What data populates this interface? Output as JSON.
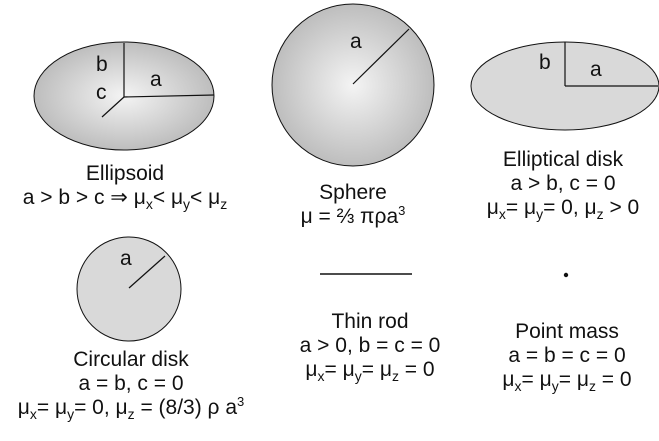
{
  "colors": {
    "background": "#ffffff",
    "outline": "#111111",
    "solid_gradient_center": "#f4f4f4",
    "solid_gradient_edge": "#b8b8b8",
    "flat_fill": "#d9d9d9"
  },
  "shapes": {
    "ellipsoid": {
      "labels": {
        "b": "b",
        "c": "c",
        "a": "a"
      },
      "title": "Ellipsoid",
      "condition": "a > b > c ⇒ ",
      "mu_sym": "μ",
      "subs": [
        "x",
        "y",
        "z"
      ],
      "lt": "< "
    },
    "sphere": {
      "labels": {
        "a": "a"
      },
      "title": "Sphere",
      "formula": "μ = ⅔ πρa",
      "exp": "3"
    },
    "elliptical_disk": {
      "labels": {
        "b": "b",
        "a": "a"
      },
      "title": "Elliptical disk",
      "condition": "a > b, c = 0",
      "moments_tail": "= 0, μ",
      "moments_end": " > 0"
    },
    "circular_disk": {
      "labels": {
        "a": "a"
      },
      "title": "Circular disk",
      "condition": "a = b, c = 0",
      "moments_tail": "= 0, μ",
      "moments_end": " = (8/3) ρ a",
      "exp": "3"
    },
    "thin_rod": {
      "title": "Thin rod",
      "condition": "a > 0, b = c = 0",
      "moments_end": " = 0"
    },
    "point_mass": {
      "title": "Point mass",
      "condition": "a = b = c = 0",
      "moments_end": " = 0"
    }
  },
  "common": {
    "mu": "μ",
    "eq": "= ",
    "x": "x",
    "y": "y",
    "z": "z"
  }
}
